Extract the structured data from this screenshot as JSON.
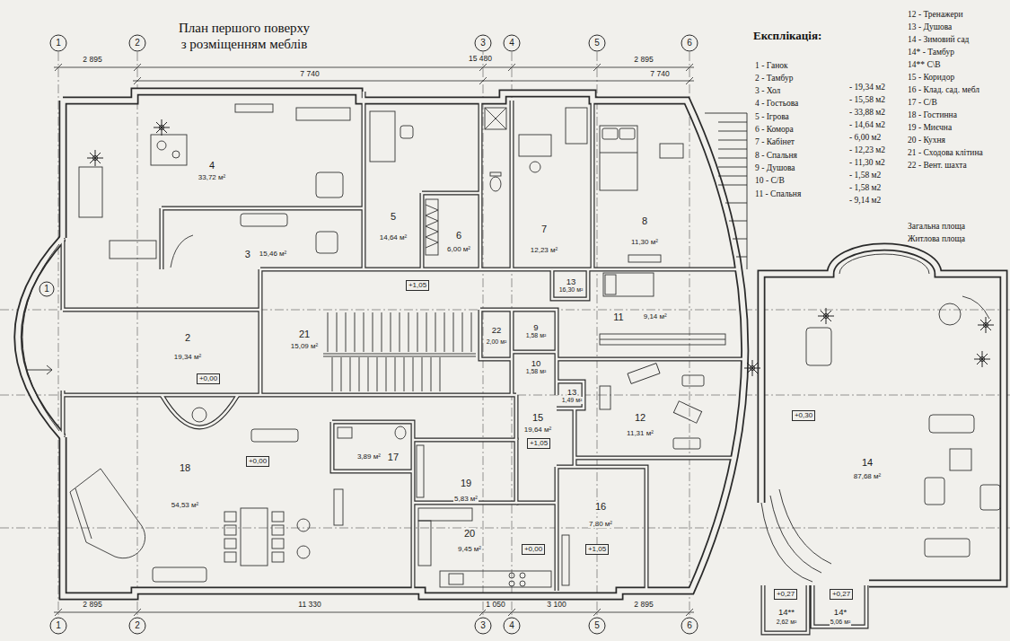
{
  "diagram": {
    "title": "План першого поверху з розміщенням меблів",
    "nodes": [
      {
        "text": [
          "4",
          "33,72 м²"
        ]
      },
      {
        "text": [
          "3",
          "15,46 м²"
        ]
      },
      {
        "text": [
          "5",
          "14,64 м²"
        ]
      },
      {
        "text": [
          "6",
          "6,00 м²"
        ]
      },
      {
        "text": [
          "7",
          "12,23 м²"
        ]
      },
      {
        "text": [
          "8",
          "11,30 м²"
        ]
      },
      {
        "text": [
          "13",
          "16,30 м²"
        ]
      },
      {
        "text": [
          "11",
          "9,14 м²"
        ]
      },
      {
        "text": [
          "2",
          "19,34 м²"
        ]
      },
      {
        "text": [
          "21",
          "15,09 м²"
        ]
      },
      {
        "text": [
          "22",
          "2,00 м²"
        ]
      },
      {
        "text": [
          "9",
          "1,58 м²"
        ]
      },
      {
        "text": [
          "10",
          "1,58 м²"
        ]
      },
      {
        "text": [
          "13",
          "1,49 м²"
        ]
      },
      {
        "text": [
          "12",
          "11,31 м²"
        ]
      },
      {
        "text": [
          "15",
          "19,64 м²"
        ]
      },
      {
        "text": [
          "18",
          "54,53 м²"
        ]
      },
      {
        "text": [
          "17",
          "3,89 м²"
        ]
      },
      {
        "text": [
          "19",
          "5,83 м²"
        ]
      },
      {
        "text": [
          "20",
          "9,45 м²"
        ]
      },
      {
        "text": [
          "16",
          "7,80 м²"
        ]
      },
      {
        "text": [
          "14",
          "87,68 м²"
        ]
      },
      {
        "text": [
          "14**",
          "2,62 м²"
        ]
      },
      {
        "text": [
          "14*",
          "5,06 м²"
        ]
      }
    ],
    "labels": [
      "1",
      "2",
      "3",
      "4",
      "5",
      "6",
      "2 895",
      "7 740",
      "15 480",
      "7 740",
      "2 895",
      "1",
      "2",
      "3",
      "4",
      "5",
      "6",
      "2 895",
      "11 330",
      "1 050",
      "3 100",
      "2 895",
      "1",
      "+1,05",
      "+0,00",
      "+0,00",
      "+1,05",
      "+0,00",
      "+1,05",
      "+0,30",
      "+0,27",
      "+0,27",
      "Експлікація:",
      "1 - Ганок",
      "2 - Тамбур",
      "3 - Хол",
      "4 - Гостьова",
      "5 - Ігрова",
      "6 - Комора",
      "7 - Кабінет",
      "8 - Спальня",
      "9 - Душова",
      "10 - С/В",
      "11 - Спальня",
      "- 19,34 м2",
      "- 15,58 м2",
      "- 33,88 м2",
      "- 14,64 м2",
      "- 6,00 м2",
      "- 12,23 м2",
      "- 11,30 м2",
      "- 1,58 м2",
      "- 1,58 м2",
      "- 9,14 м2",
      "12 - Тренажери",
      "13 - Душова",
      "14 - Зимовий сад",
      "14* - Тамбур",
      "14** С\\В",
      "15 - Коридор",
      "16 - Клад. сад. мебл",
      "17 - С/В",
      "18 - Гостинна",
      "19 - Миєчна",
      "20 - Кухня",
      "21 - Сходова клітина",
      "22 - Вент. шахта",
      "Загальна площа",
      "Житлова площа"
    ]
  }
}
